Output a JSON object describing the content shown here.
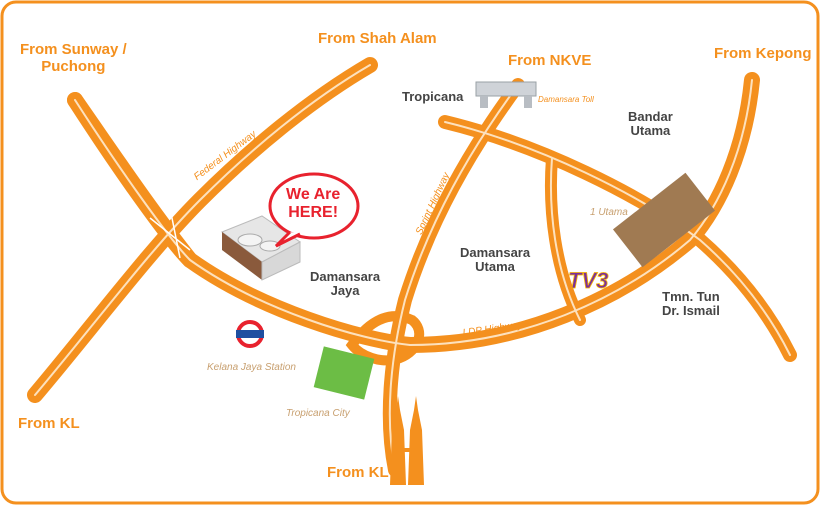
{
  "map": {
    "origins": {
      "sunway": "From Sunway /\nPuchong",
      "shah_alam": "From Shah Alam",
      "nkve": "From NKVE",
      "kepong": "From Kepong",
      "kl_west": "From KL",
      "kl_south": "From KL"
    },
    "places": {
      "tropicana": "Tropicana",
      "bandar_utama": "Bandar\nUtama",
      "damansara_jaya": "Damansara\nJaya",
      "damansara_utama": "Damansara\nUtama",
      "tmn_tun": "Tmn. Tun\nDr. Ismail"
    },
    "landmarks": {
      "damansara_toll": "Damansara Toll",
      "one_utama": "1 Utama",
      "kelana_jaya": "Kelana Jaya Station",
      "tropicana_city": "Tropicana City"
    },
    "roads": {
      "federal": "Federal Highway",
      "sprint": "Sprint Highway",
      "ldp": "LDP Highway"
    },
    "callout": "We Are\nHERE!",
    "colors": {
      "road": "#f4901e",
      "border": "#f4901e",
      "here": "#e8222e",
      "park": "#6cbd45",
      "mall": "#a07a52"
    }
  }
}
